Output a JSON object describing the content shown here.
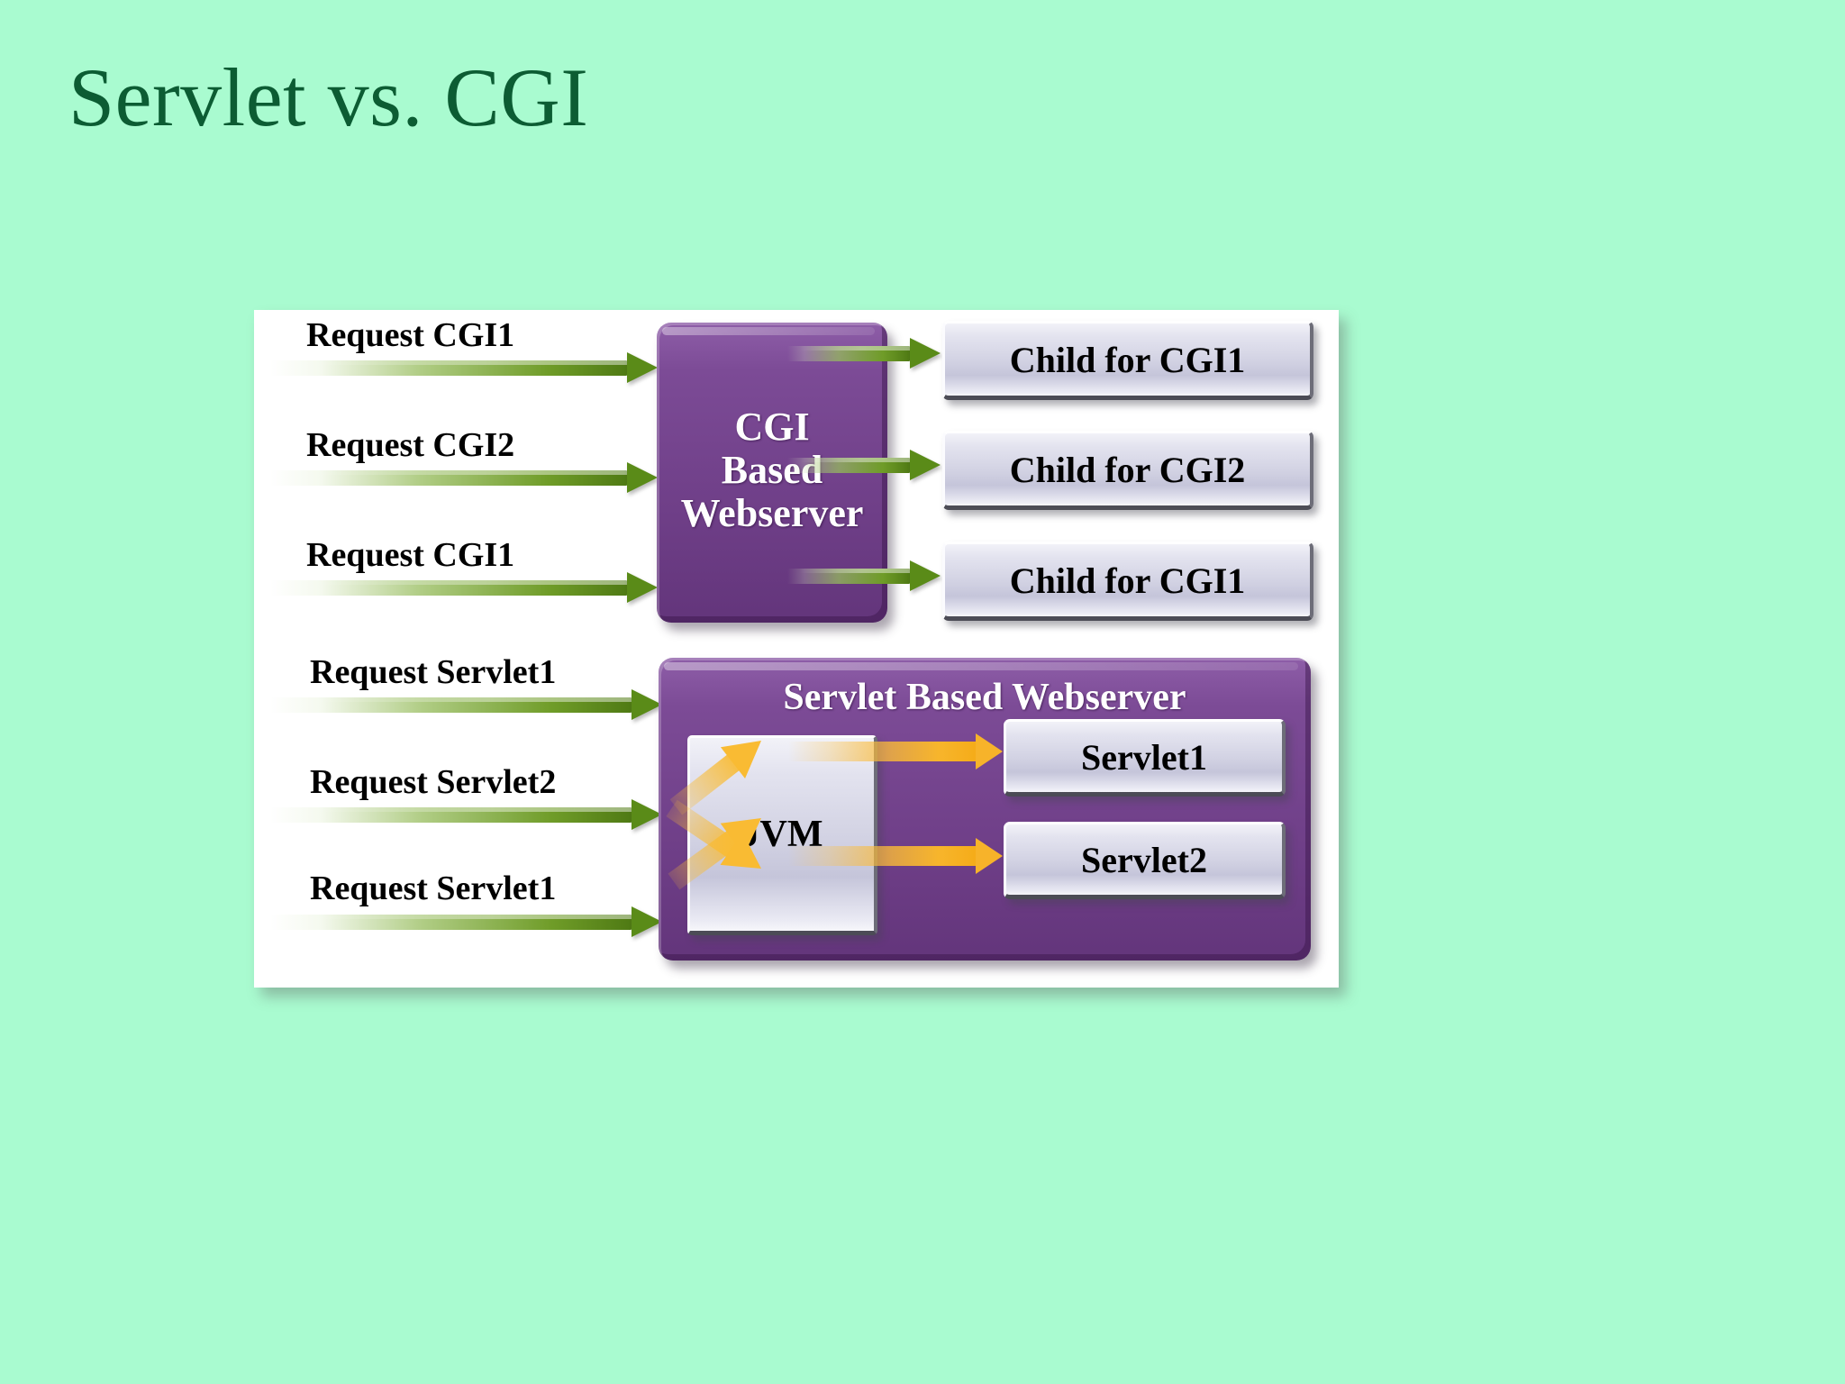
{
  "slide": {
    "title": "Servlet vs. CGI",
    "background_color": "#a9fbd0",
    "title_color": "#0c5c33"
  },
  "colors": {
    "panel": "#ffffff",
    "server_purple": "#7c4b96",
    "box_lavender": "#d2d2e3",
    "request_arrow_green": "#5a8b18",
    "jvm_arrow_orange": "#f7b32a",
    "label_black": "#000000",
    "server_label_white": "#ffffff"
  },
  "cgi_section": {
    "requests": [
      {
        "label": "Request CGI1",
        "arrow": "green-request-arrow"
      },
      {
        "label": "Request CGI2",
        "arrow": "green-request-arrow"
      },
      {
        "label": "Request CGI1",
        "arrow": "green-request-arrow"
      }
    ],
    "server": {
      "line1": "CGI",
      "line2": "Based",
      "line3": "Webserver"
    },
    "children": [
      {
        "label": "Child for CGI1"
      },
      {
        "label": "Child for CGI2"
      },
      {
        "label": "Child for CGI1"
      }
    ]
  },
  "servlet_section": {
    "requests": [
      {
        "label": "Request Servlet1",
        "arrow": "green-request-arrow"
      },
      {
        "label": "Request Servlet2",
        "arrow": "green-request-arrow"
      },
      {
        "label": "Request Servlet1",
        "arrow": "green-request-arrow"
      }
    ],
    "server": {
      "title": "Servlet Based Webserver"
    },
    "jvm": {
      "label": "JVM"
    },
    "servlets": [
      {
        "label": "Servlet1"
      },
      {
        "label": "Servlet2"
      }
    ]
  }
}
